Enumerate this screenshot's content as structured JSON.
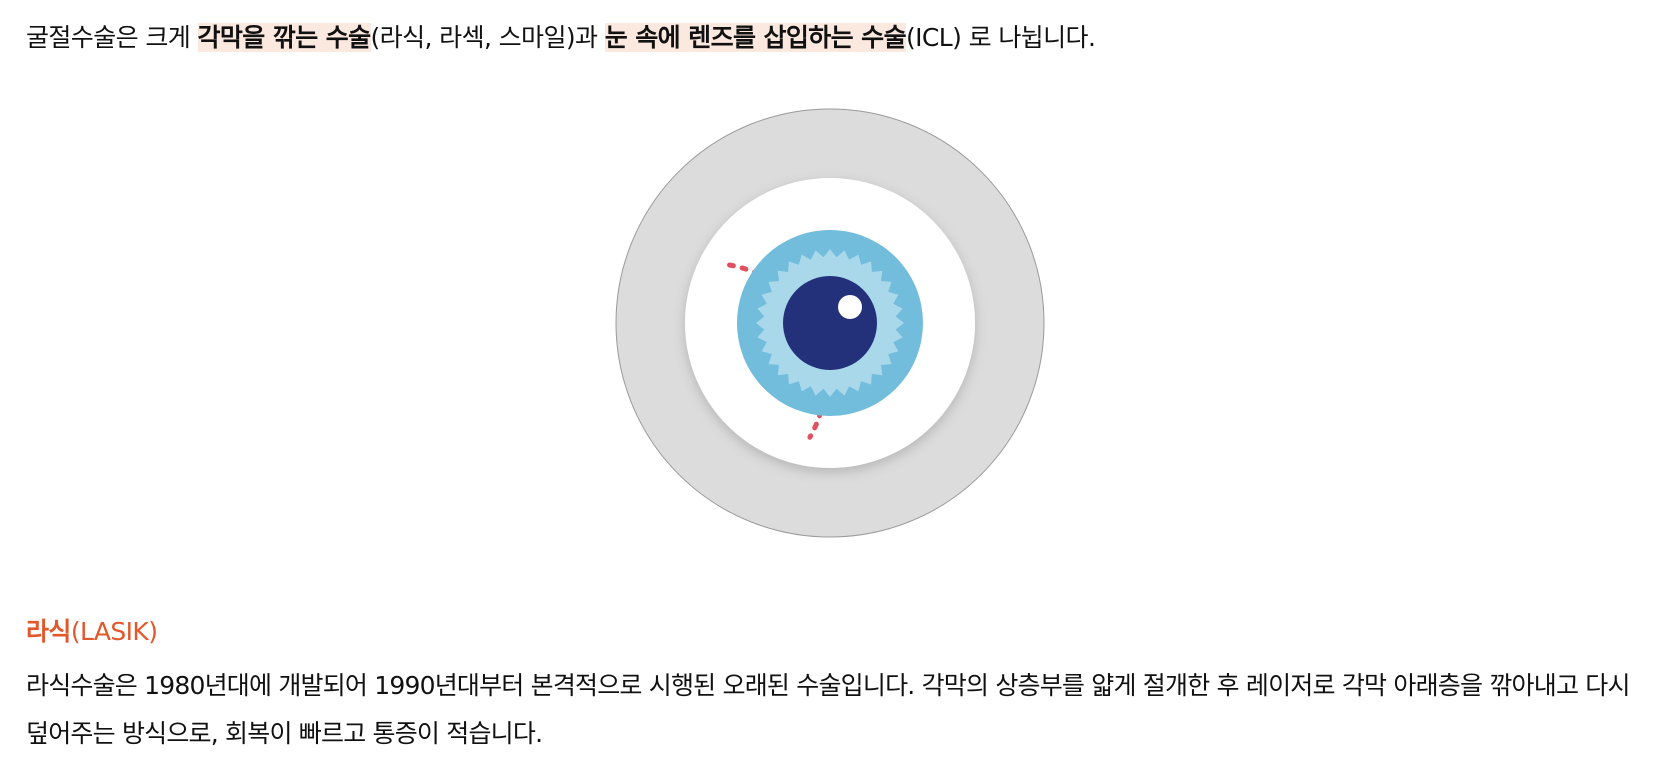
{
  "intro": {
    "t1": "굴절수술은 크게 ",
    "h1": "각막을 깎는 수술",
    "t2": "(라식, 라섹, 스마일)과 ",
    "h2": "눈 속에 렌즈를 삽입하는 수술",
    "t3": "(ICL) 로 나뉩니다."
  },
  "figure": {
    "icon": "eye-illustration-icon"
  },
  "section": {
    "title_ko": "라식",
    "title_en": "(LASIK)",
    "body": "라식수술은 1980년대에 개발되어 1990년대부터 본격적으로 시행된 오래된 수술입니다. 각막의 상층부를 얇게 절개한 후 레이저로 각막 아래층을 깎아내고 다시 덮어주는 방식으로, 회복이 빠르고 통증이 적습니다."
  },
  "colors": {
    "highlight": "#fbe9df",
    "accent": "#e0582b",
    "outer_ring": "#dcdcdc",
    "iris_outer": "#72bcdc",
    "iris_inner": "#a9d8ea",
    "pupil": "#22317a",
    "dash": "#e0505e"
  }
}
